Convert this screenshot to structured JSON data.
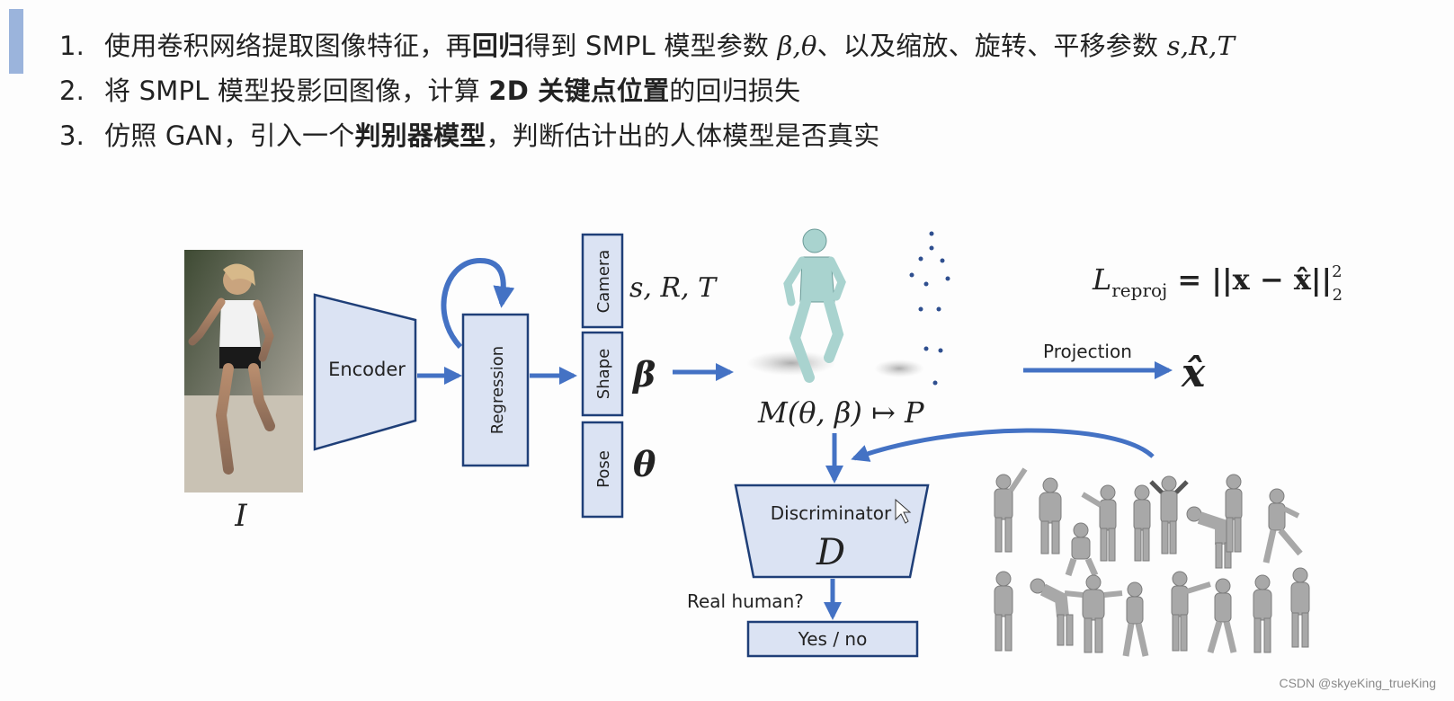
{
  "bullets": [
    {
      "num": "1.",
      "t1": "使用卷积网络提取图像特征，再",
      "b1": "回归",
      "t2": "得到 SMPL 模型参数 ",
      "m1": "β,θ",
      "t3": "、以及缩放、旋转、平移参数 ",
      "m2": "s,R,T"
    },
    {
      "num": "2.",
      "t1": "将 SMPL 模型投影回图像，计算 ",
      "b1": "2D 关键点位置",
      "t2": "的回归损失"
    },
    {
      "num": "3.",
      "t1": "仿照 GAN，引入一个",
      "b1": "判别器模型",
      "t2": "，判断估计出的人体模型是否真实"
    }
  ],
  "diagram": {
    "image_label": "I",
    "encoder_label": "Encoder",
    "regression_label": "Regression",
    "camera_label": "Camera",
    "shape_label": "Shape",
    "pose_label": "Pose",
    "camera_param": "s, R, T",
    "shape_param": "β",
    "pose_param": "θ",
    "model_eq": "M(θ, β) ↦ P",
    "loss_lhs": "L",
    "loss_sub": "reproj",
    "loss_rhs": " = ||x − x̂||",
    "loss_sup": "2",
    "loss_sub2": "2",
    "projection_label": "Projection",
    "xhat": "x̂",
    "discriminator_label": "Discriminator",
    "discriminator_symbol": "D",
    "real_human_label": "Real human?",
    "yesno_label": "Yes / no"
  },
  "colors": {
    "box_fill": "#dbe3f3",
    "box_stroke": "#1f3f78",
    "arrow": "#4472c4",
    "accent_bar": "#9bb4dc"
  },
  "watermark": "CSDN @skyeKing_trueKing"
}
